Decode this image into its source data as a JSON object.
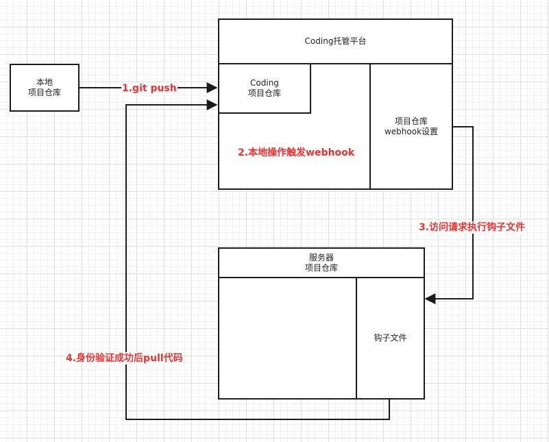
{
  "nodes": {
    "local_repo": "本地\n项目仓库",
    "coding_platform": "Coding托管平台",
    "coding_repo": "Coding\n项目仓库",
    "webhook_settings": "项目仓库\nwebhook设置",
    "server_repo": "服务器\n项目仓库",
    "hook_file": "钩子文件"
  },
  "edges": {
    "step1": "1.git push",
    "step2": "2.本地操作触发webhook",
    "step3": "3.访问请求执行钩子文件",
    "step4": "4.身份验证成功后pull代码"
  },
  "colors": {
    "line": "#1a1a1a",
    "label_red": "#f0302e"
  }
}
